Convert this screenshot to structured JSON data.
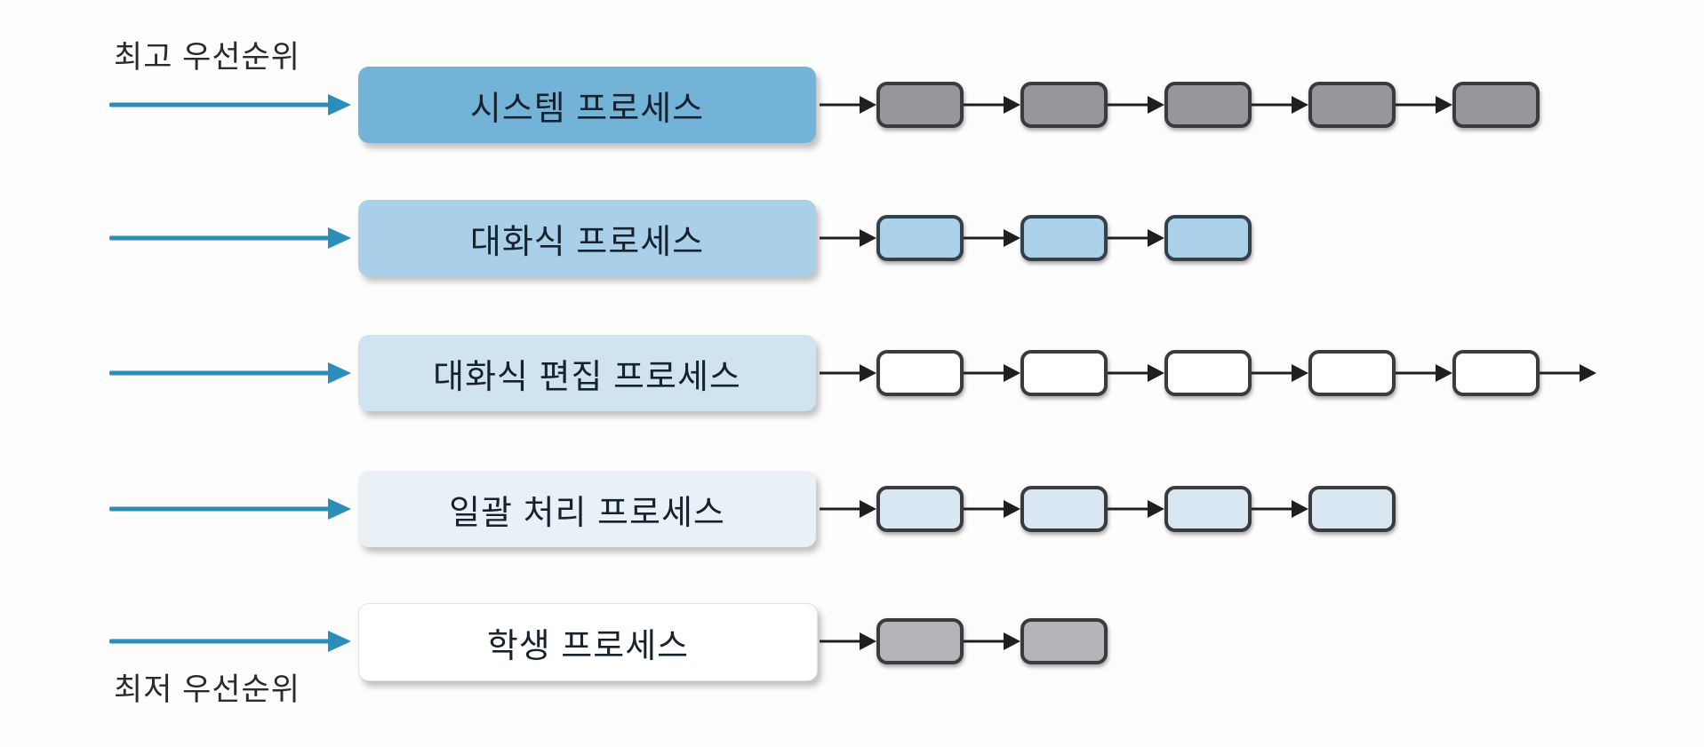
{
  "labels": {
    "top": "최고 우선순위",
    "bottom": "최저 우선순위"
  },
  "colors": {
    "priority_arrow": "#2b8dbb",
    "connector": "#1f1f1f",
    "box_text": "#16222e",
    "side_label_text": "#2b2b2b",
    "background": "#fdfdfd"
  },
  "rows": [
    {
      "label": "시스템 프로세스",
      "box_color": "#74b3d8",
      "node_color": "#97979b",
      "node_border": "#3a3a3f",
      "node_count": 5,
      "trailing_arrow": false
    },
    {
      "label": "대화식 프로세스",
      "box_color": "#aacfe8",
      "node_color": "#abd1ea",
      "node_border": "#34414b",
      "node_count": 3,
      "trailing_arrow": false
    },
    {
      "label": "대화식 편집 프로세스",
      "box_color": "#cfe3f1",
      "node_color": "#ffffff",
      "node_border": "#3a3a3f",
      "node_count": 5,
      "trailing_arrow": true
    },
    {
      "label": "일괄 처리 프로세스",
      "box_color": "#e9f1f7",
      "node_color": "#d9e7f2",
      "node_border": "#3a3a3f",
      "node_count": 4,
      "trailing_arrow": false
    },
    {
      "label": "학생 프로세스",
      "box_color": "#ffffff",
      "box_border": "#e2e2e2",
      "node_color": "#b5b5b9",
      "node_border": "#3a3a3f",
      "node_count": 2,
      "trailing_arrow": false
    }
  ]
}
